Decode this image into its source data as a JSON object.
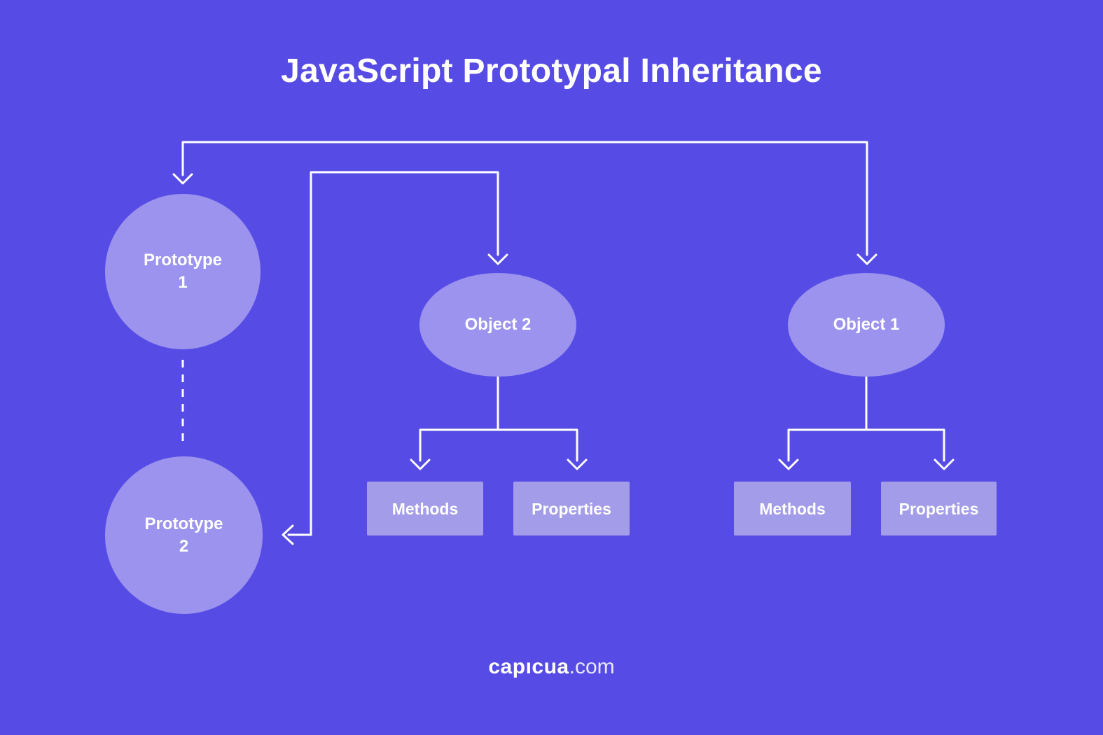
{
  "title": "JavaScript Prototypal Inheritance",
  "diagram": {
    "prototype1": {
      "line1": "Prototype",
      "line2": "1"
    },
    "prototype2": {
      "line1": "Prototype",
      "line2": "2"
    },
    "object2": {
      "label": "Object 2",
      "children": {
        "methods": "Methods",
        "properties": "Properties"
      }
    },
    "object1": {
      "label": "Object 1",
      "children": {
        "methods": "Methods",
        "properties": "Properties"
      }
    }
  },
  "footer": {
    "brand": "capıcua",
    "suffix": ".com"
  },
  "colors": {
    "background": "#564CE5",
    "node_fill": "#9B93ED",
    "box_fill": "#A39CE8",
    "connector": "#FFFFFF",
    "text": "#FFFFFF"
  }
}
